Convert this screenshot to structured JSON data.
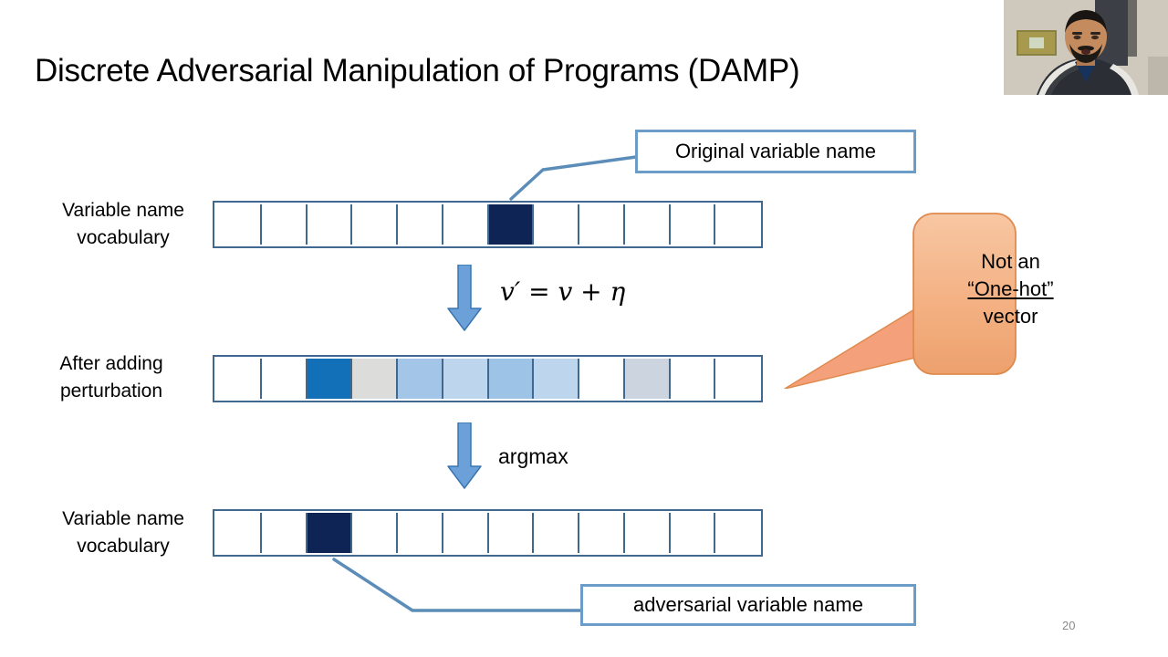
{
  "slide": {
    "title": "Discrete Adversarial Manipulation of Programs (DAMP)",
    "number": "20"
  },
  "rows": [
    {
      "id": "original",
      "label": "Variable name\nvocabulary",
      "cell_count": 12,
      "cells": [
        "#ffffff",
        "#ffffff",
        "#ffffff",
        "#ffffff",
        "#ffffff",
        "#ffffff",
        "#0d2455",
        "#ffffff",
        "#ffffff",
        "#ffffff",
        "#ffffff",
        "#ffffff"
      ],
      "highlighted_index": 6
    },
    {
      "id": "perturbed",
      "label": "After adding\nperturbation",
      "cell_count": 12,
      "cells": [
        "#ffffff",
        "#ffffff",
        "#1170b8",
        "#dcdcda",
        "#a3c6e8",
        "#bed5ee",
        "#9dc3e6",
        "#bed5ee",
        "#ffffff",
        "#ccd4e0",
        "#ffffff",
        "#ffffff"
      ],
      "highlighted_index": 2
    },
    {
      "id": "adversarial",
      "label": "Variable name\nvocabulary",
      "cell_count": 12,
      "cells": [
        "#ffffff",
        "#ffffff",
        "#0d2455",
        "#ffffff",
        "#ffffff",
        "#ffffff",
        "#ffffff",
        "#ffffff",
        "#ffffff",
        "#ffffff",
        "#ffffff",
        "#ffffff"
      ],
      "highlighted_index": 2
    }
  ],
  "arrows": [
    {
      "id": "perturb",
      "label": "v' = v + η"
    },
    {
      "id": "argmax",
      "label": "argmax"
    }
  ],
  "formulas": {
    "perturbation": "𝑣′ = 𝑣 + 𝜂",
    "argmax": "argmax"
  },
  "callouts": {
    "original": "Original variable name",
    "adversarial": "adversarial variable name",
    "onehot": {
      "line1": "Not an",
      "line2": "“One-hot”",
      "line3": "vector"
    }
  },
  "colors": {
    "strip_border": "#41688f",
    "cell_highlight_dark": "#0d2455",
    "cell_highlight_blue": "#1170b8",
    "arrow_fill": "#6ca0d8",
    "arrow_stroke": "#3a76b0",
    "callout_border": "#6b9dc8",
    "connector": "#5b8db8",
    "onehot_fill": "#f4b183",
    "onehot_stroke": "#e08a4e",
    "slide_number": "#8a8a8a"
  }
}
